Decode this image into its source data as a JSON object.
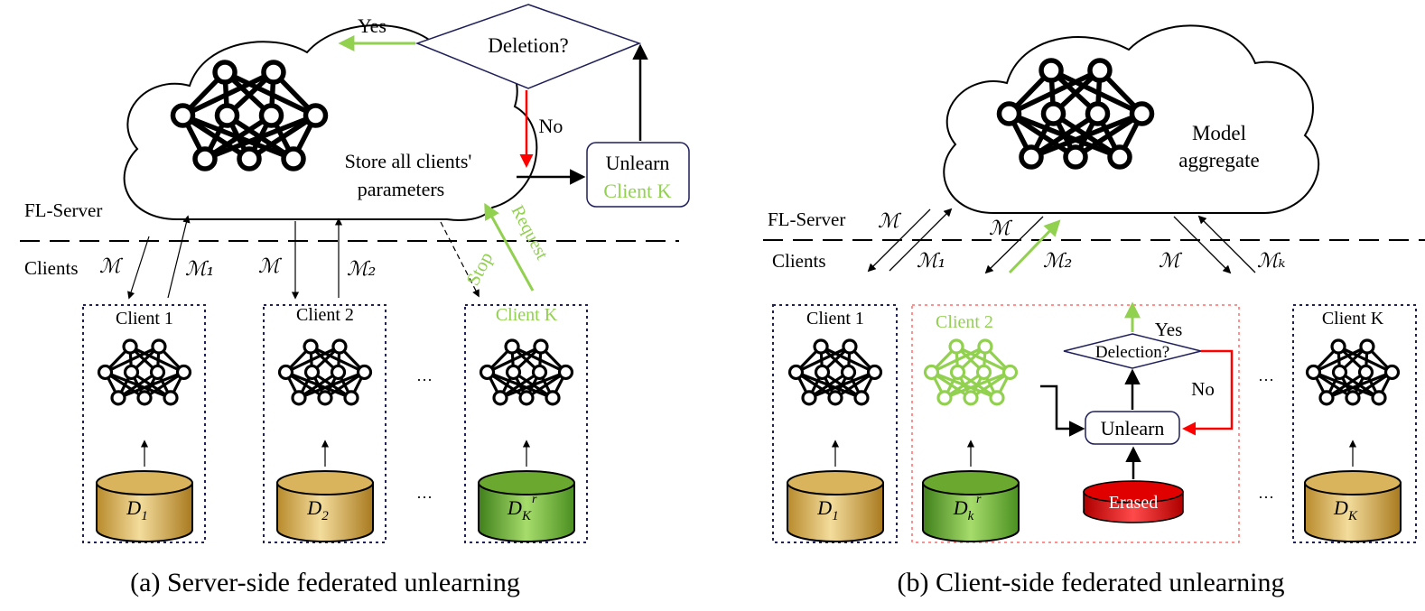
{
  "colors": {
    "green": "#92d050",
    "red": "#ff0000",
    "black": "#000000",
    "navy": "#1f1f5a",
    "gold_db": "#d9b45c",
    "green_db": "#6aa830",
    "red_db": "#e00000"
  },
  "panel_a": {
    "caption": "(a) Server-side federated unlearning",
    "server_label": "FL-Server",
    "clients_label": "Clients",
    "cloud_text": [
      "Store all clients'",
      "parameters"
    ],
    "decision": "Deletion?",
    "yes": "Yes",
    "no": "No",
    "unlearn_line1": "Unlearn",
    "unlearn_line2": "Client K",
    "request": "Request",
    "stop": "Stop",
    "model_symbol": "ℳ",
    "m1": "ℳ₁",
    "m2": "ℳ₂",
    "ellipsis": "···",
    "clients": [
      {
        "name": "Client 1",
        "db": "D",
        "sub": "1",
        "sup": ""
      },
      {
        "name": "Client 2",
        "db": "D",
        "sub": "2",
        "sup": ""
      },
      {
        "name": "Client K",
        "db": "D",
        "sub": "K",
        "sup": "r"
      }
    ]
  },
  "panel_b": {
    "caption": "(b) Client-side federated unlearning",
    "server_label": "FL-Server",
    "clients_label": "Clients",
    "cloud_text": [
      "Model",
      "aggregate"
    ],
    "model_symbol": "ℳ",
    "m1": "ℳ₁",
    "m2": "ℳ₂",
    "mk": "ℳₖ",
    "ellipsis": "···",
    "decision": "Delection?",
    "yes": "Yes",
    "no": "No",
    "unlearn": "Unlearn",
    "erased": "Erased",
    "clients": [
      {
        "name": "Client 1",
        "db": "D",
        "sub": "1",
        "sup": ""
      },
      {
        "name": "Client 2",
        "db": "D",
        "sub": "k",
        "sup": "r"
      },
      {
        "name": "Client K",
        "db": "D",
        "sub": "K",
        "sup": ""
      }
    ]
  }
}
